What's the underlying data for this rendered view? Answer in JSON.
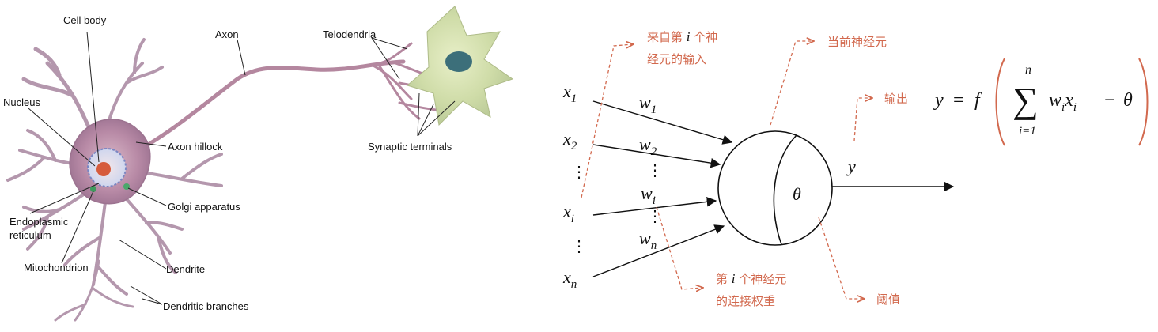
{
  "neuron": {
    "labels": {
      "cell_body": "Cell body",
      "axon": "Axon",
      "telodendria": "Telodendria",
      "nucleus": "Nucleus",
      "axon_hillock": "Axon hillock",
      "synaptic_terminals": "Synaptic terminals",
      "endoplasmic_line1": "Endoplasmic",
      "endoplasmic_line2": "reticulum",
      "golgi": "Golgi apparatus",
      "mitochondrion": "Mitochondrion",
      "dendrite": "Dendrite",
      "dendritic_branches": "Dendritic branches"
    }
  },
  "model": {
    "inputs": {
      "x1": {
        "base": "x",
        "sub": "1"
      },
      "x2": {
        "base": "x",
        "sub": "2"
      },
      "xi": {
        "base": "x",
        "sub": "i"
      },
      "xn": {
        "base": "x",
        "sub": "n"
      },
      "dots": "⋮"
    },
    "weights": {
      "w1": {
        "base": "w",
        "sub": "1"
      },
      "w2": {
        "base": "w",
        "sub": "2"
      },
      "wi": {
        "base": "w",
        "sub": "i"
      },
      "wn": {
        "base": "w",
        "sub": "n"
      },
      "dots": "⋮"
    },
    "theta": "θ",
    "y": "y",
    "annotations": {
      "input_from_line1_pre": "来自第 ",
      "input_from_line1_var": "i",
      "input_from_line1_post": " 个神",
      "input_from_line2": "经元的输入",
      "current_neuron": "当前神经元",
      "output": "输出",
      "conn_line1_pre": "第 ",
      "conn_line1_var": "i",
      "conn_line1_post": " 个神经元",
      "conn_line2": "的连接权重",
      "threshold": "阈值"
    },
    "formula": {
      "lhs": "y",
      "eq": "=",
      "f": "f",
      "sum": "∑",
      "sum_upper": "n",
      "sum_lower": "i=1",
      "w": "w",
      "wsub": "i",
      "x": "x",
      "xsub": "i",
      "minus": "−",
      "theta": "θ"
    },
    "colors": {
      "annotation": "#d2694e",
      "ink": "#111111"
    }
  }
}
